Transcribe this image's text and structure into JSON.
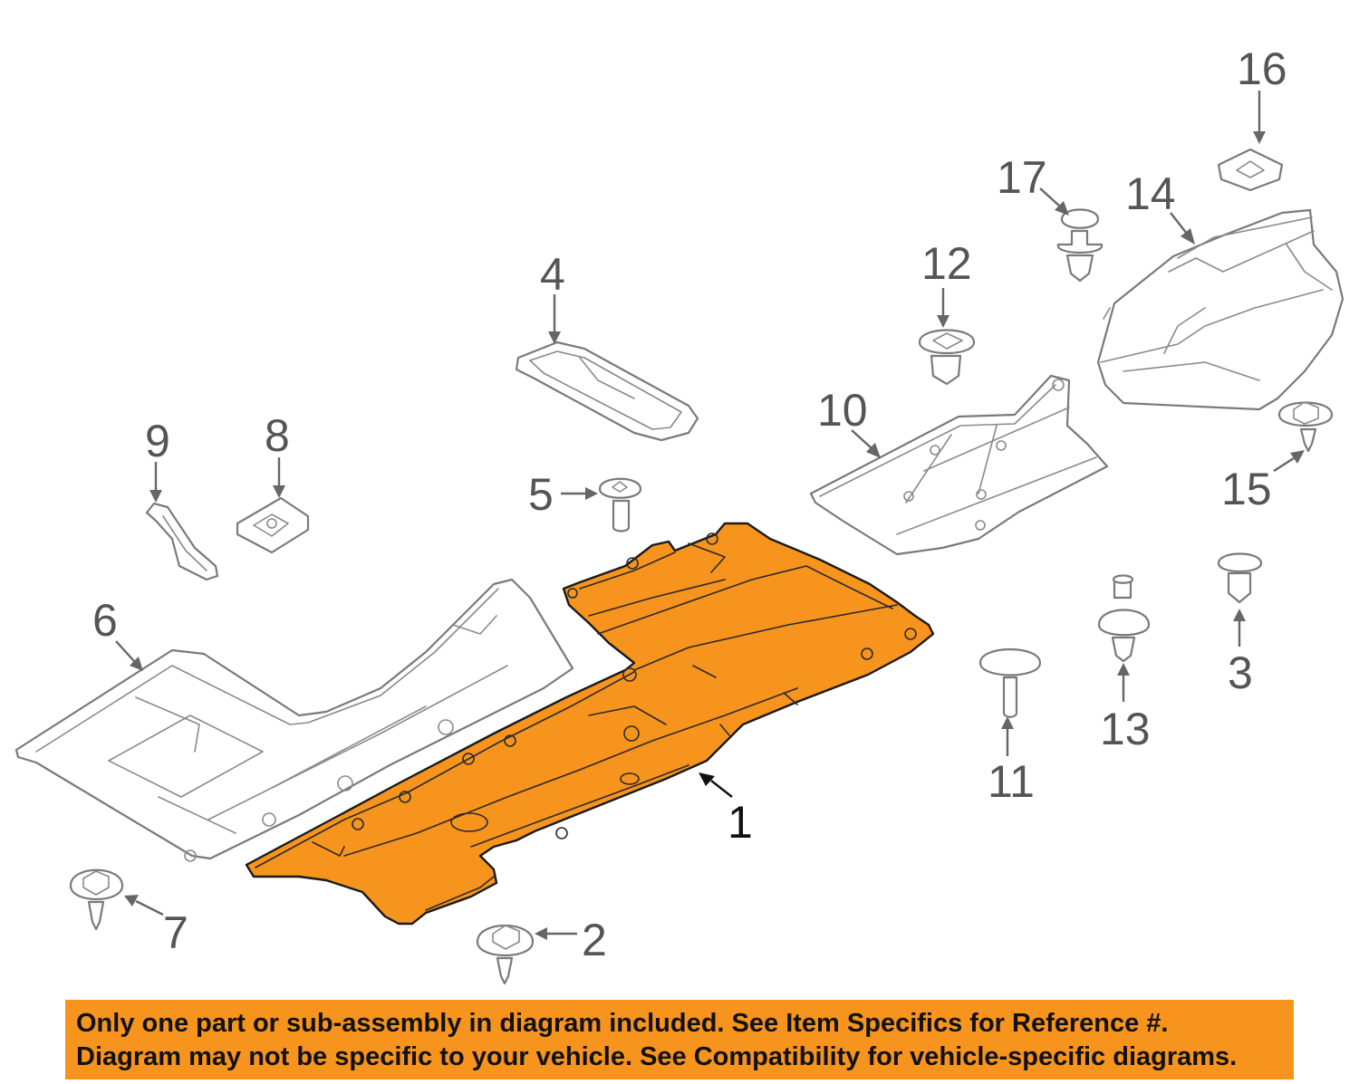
{
  "diagram": {
    "highlight_color": "#f7941d",
    "callouts": [
      {
        "id": "1",
        "label": "1",
        "highlighted": true
      },
      {
        "id": "2",
        "label": "2"
      },
      {
        "id": "3",
        "label": "3"
      },
      {
        "id": "4",
        "label": "4"
      },
      {
        "id": "5",
        "label": "5"
      },
      {
        "id": "6",
        "label": "6"
      },
      {
        "id": "7",
        "label": "7"
      },
      {
        "id": "8",
        "label": "8"
      },
      {
        "id": "9",
        "label": "9"
      },
      {
        "id": "10",
        "label": "10"
      },
      {
        "id": "11",
        "label": "11"
      },
      {
        "id": "12",
        "label": "12"
      },
      {
        "id": "13",
        "label": "13"
      },
      {
        "id": "14",
        "label": "14"
      },
      {
        "id": "15",
        "label": "15"
      },
      {
        "id": "16",
        "label": "16"
      },
      {
        "id": "17",
        "label": "17"
      }
    ]
  },
  "banner": {
    "background": "#f7941d",
    "line1": "Only one part or sub-assembly in diagram included. See Item Specifics for Reference #.",
    "line2": "Diagram may not be specific to your vehicle. See Compatibility for vehicle-specific diagrams."
  }
}
